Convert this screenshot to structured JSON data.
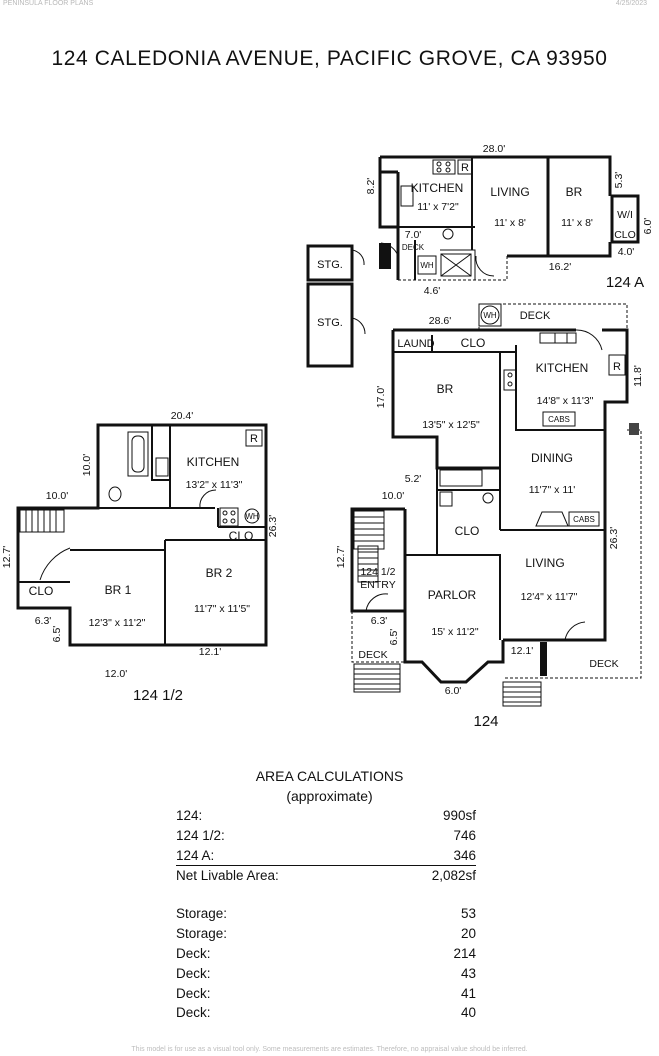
{
  "header": {
    "company": "PENINSULA FLOOR PLANS",
    "date": "4/25/2023",
    "title": "124 CALEDONIA AVENUE, PACIFIC GROVE, CA  93950"
  },
  "plan_124A": {
    "unit_label": "124 A",
    "rooms": {
      "kitchen": {
        "name": "KITCHEN",
        "size": "11' x 7'2\""
      },
      "living": {
        "name": "LIVING",
        "size": "11' x 8'"
      },
      "br": {
        "name": "BR",
        "size": "11' x 8'"
      },
      "wi": "W/I",
      "clo": "CLO",
      "deck": "DECK"
    },
    "dims": {
      "top": "28.0'",
      "left": "8.2'",
      "right_top": "5.3'",
      "right": "6.0'",
      "right_bottom": "4.0'",
      "deck_w": "7.0'",
      "bottom_left": "4.6'",
      "bottom": "16.2'"
    },
    "appliance": {
      "r": "R",
      "wh": "WH"
    }
  },
  "storage": {
    "stg1": "STG.",
    "stg2": "STG."
  },
  "plan_124": {
    "unit_label": "124",
    "rooms": {
      "deck_top": "DECK",
      "laund": "LAUND",
      "clo_top": "CLO",
      "kitchen": {
        "name": "KITCHEN",
        "size": "14'8\" x 11'3\""
      },
      "br": {
        "name": "BR",
        "size": "13'5\" x 12'5\""
      },
      "cabs1": "CABS",
      "cabs2": "CABS",
      "dining": {
        "name": "DINING",
        "size": "11'7\" x 11'"
      },
      "clo": "CLO",
      "entry": "124 1/2\nENTRY",
      "entry1": "124 1/2",
      "entry2": "ENTRY",
      "parlor": {
        "name": "PARLOR",
        "size": "15' x 11'2\""
      },
      "living": {
        "name": "LIVING",
        "size": "12'4\" x 11'7\""
      },
      "deck_left": "DECK",
      "deck_right": "DECK"
    },
    "dims": {
      "top": "28.6'",
      "left": "17.0'",
      "right_top": "11.8'",
      "mid": "5.2'",
      "stair": "10.0'",
      "right": "26.3'",
      "left_low": "12.7'",
      "deck_w": "6.3'",
      "deck_h": "6.5'",
      "bottom_right": "12.1'",
      "bay": "6.0'"
    },
    "appliance": {
      "r": "R",
      "wh": "WH"
    }
  },
  "plan_124_half": {
    "unit_label": "124 1/2",
    "rooms": {
      "kitchen": {
        "name": "KITCHEN",
        "size": "13'2\" x 11'3\""
      },
      "clo": "CLO",
      "clo_left": "CLO",
      "br1": {
        "name": "BR 1",
        "size": "12'3\" x 11'2\""
      },
      "br2": {
        "name": "BR 2",
        "size": "11'7\" x 11'5\""
      }
    },
    "dims": {
      "top": "20.4'",
      "left_top": "10.0'",
      "stair_top": "10.0'",
      "right": "26.3'",
      "left": "12.7'",
      "notch_w": "6.3'",
      "notch_h": "6.5'",
      "bottom": "12.0'",
      "bottom_right": "12.1'"
    },
    "appliance": {
      "r": "R",
      "wh": "WH"
    }
  },
  "area": {
    "heading": "AREA CALCULATIONS",
    "sub": "(approximate)",
    "rows": [
      {
        "label": "124:",
        "value": "990sf"
      },
      {
        "label": "124 1/2:",
        "value": "746"
      },
      {
        "label": "124 A:",
        "value": "346"
      },
      {
        "label": "Net Livable Area:",
        "value": "2,082sf"
      },
      {
        "label": "Storage:",
        "value": "53"
      },
      {
        "label": "Storage:",
        "value": "20"
      },
      {
        "label": "Deck:",
        "value": "214"
      },
      {
        "label": "Deck:",
        "value": "43"
      },
      {
        "label": "Deck:",
        "value": "41"
      },
      {
        "label": "Deck:",
        "value": "40"
      }
    ]
  },
  "footer": "This model is for use as a visual tool only. Some measurements are estimates. Therefore, no appraisal value should be inferred."
}
